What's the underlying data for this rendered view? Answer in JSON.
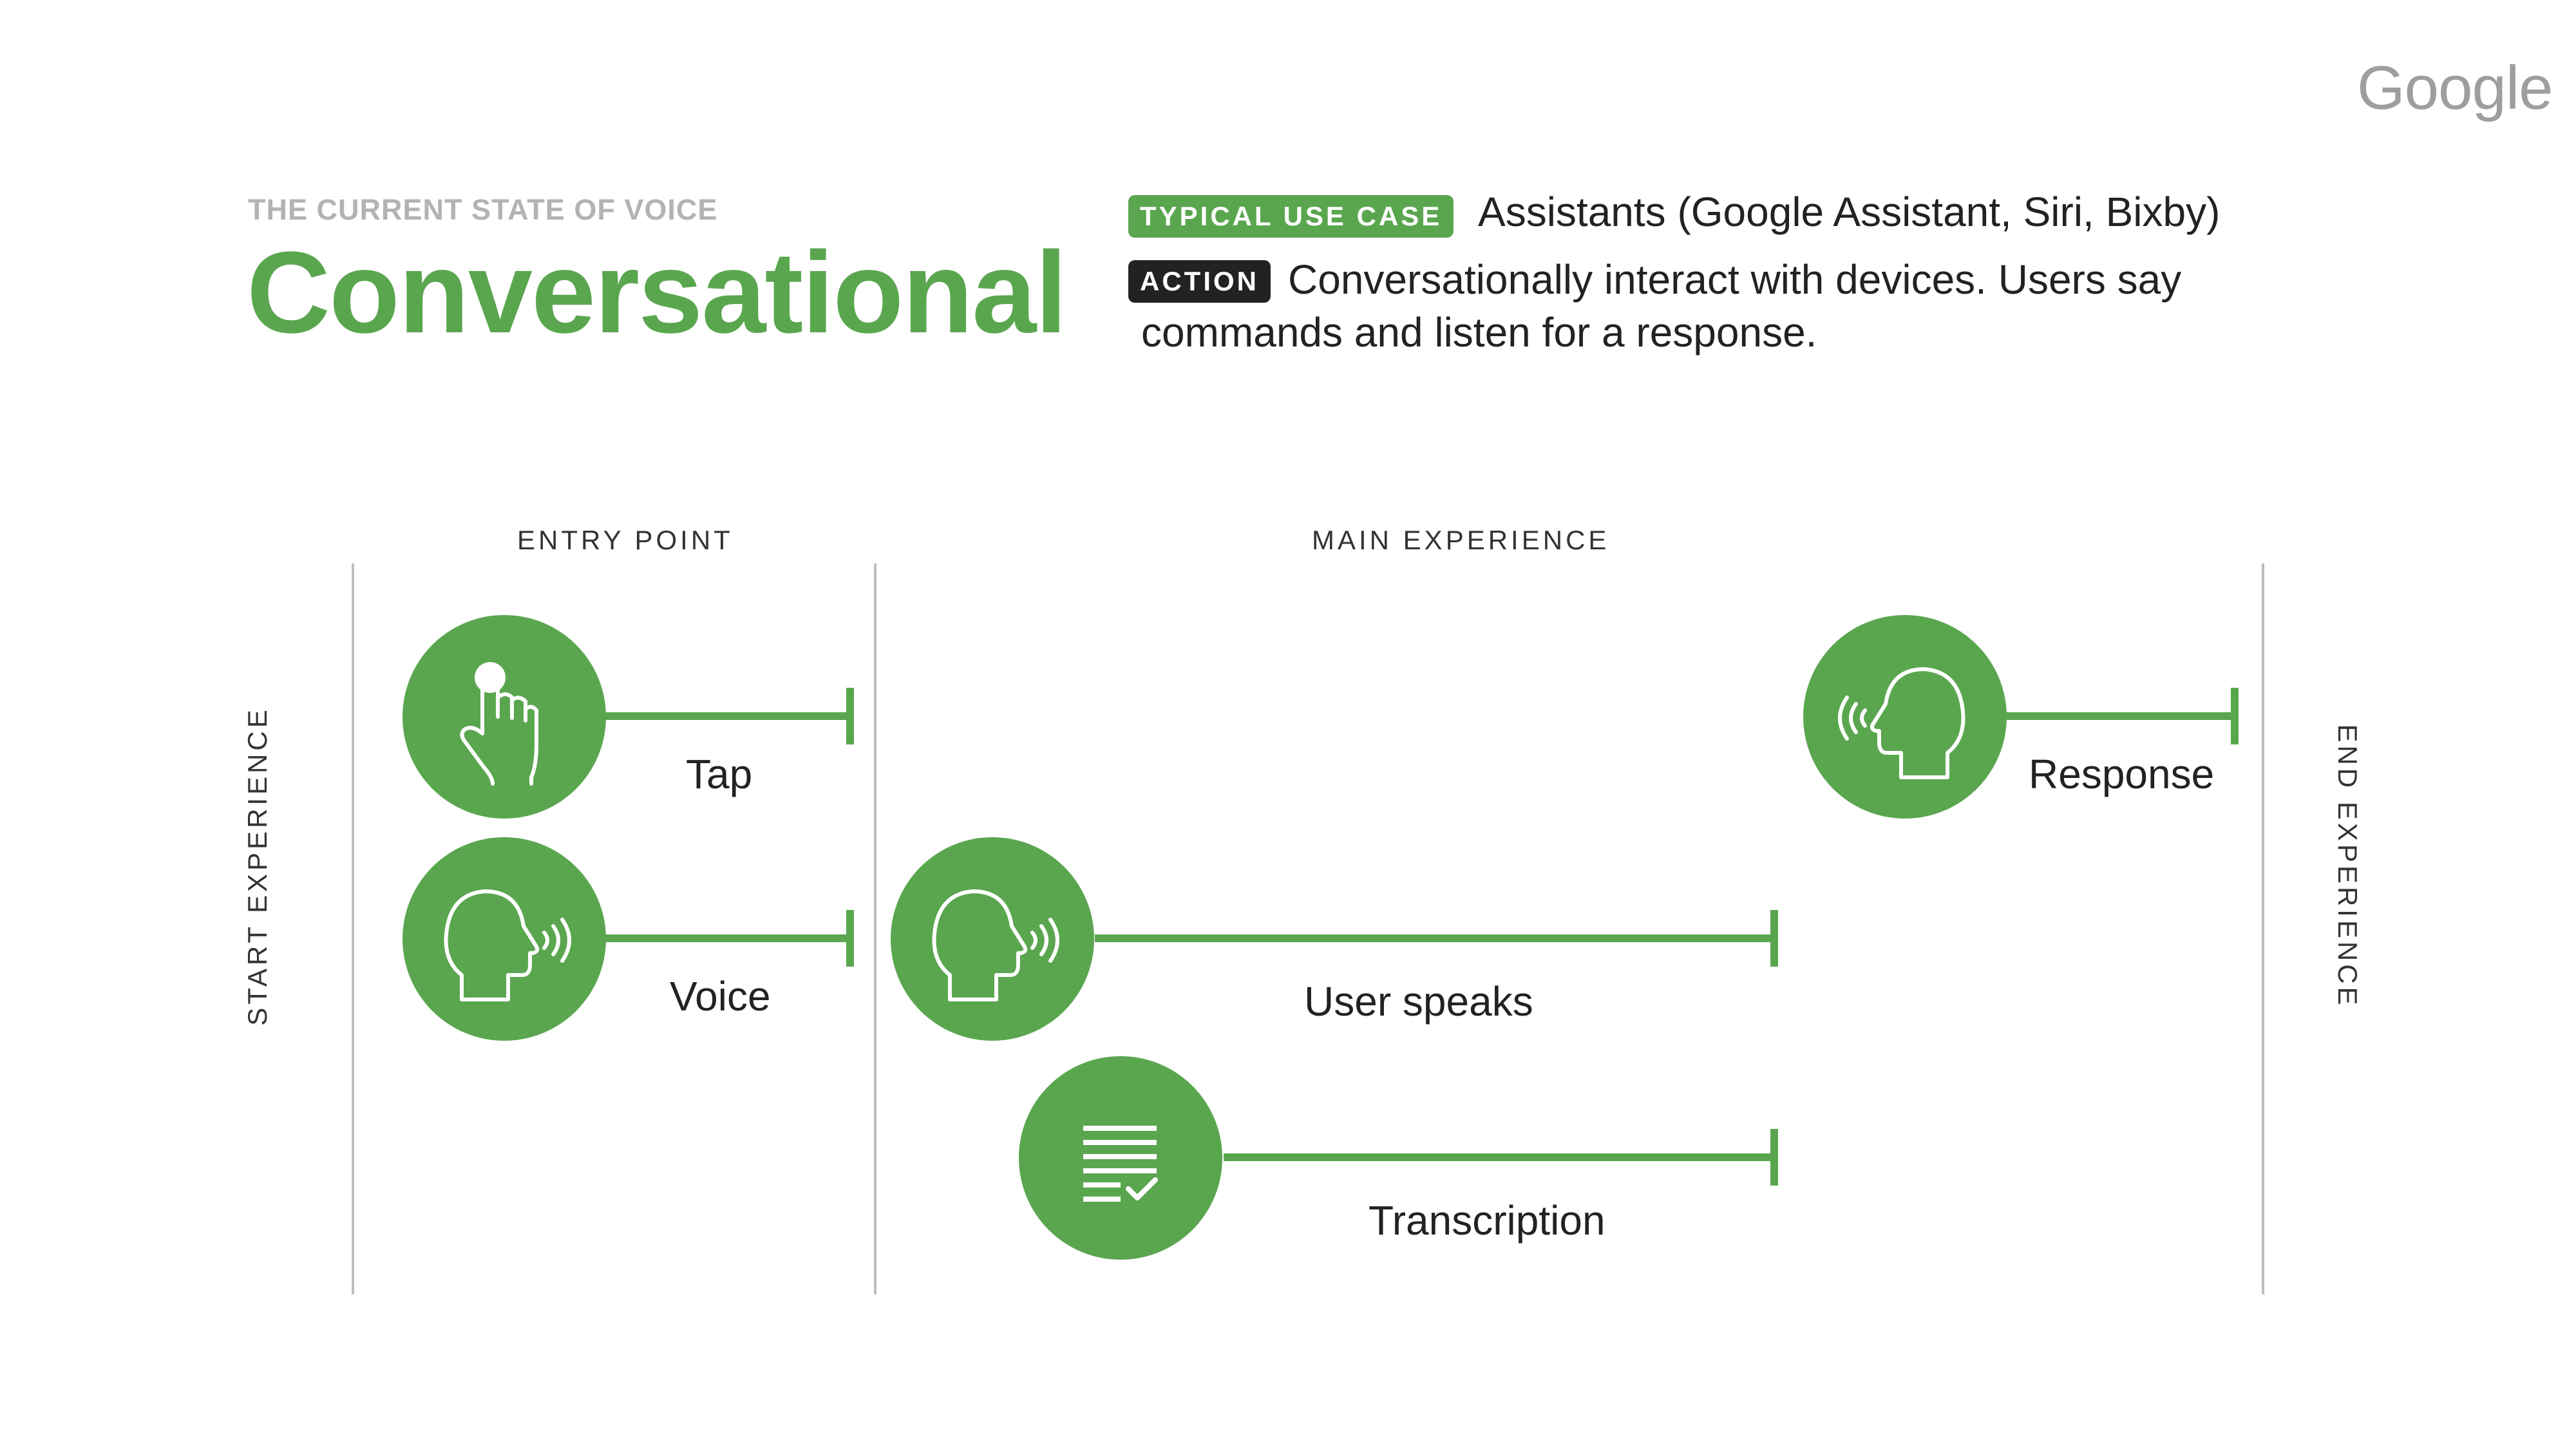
{
  "brand": {
    "logo": "Google"
  },
  "header": {
    "eyebrow": "THE CURRENT STATE OF VOICE",
    "title": "Conversational"
  },
  "info": {
    "use_case_badge": "TYPICAL USE CASE",
    "use_case_text": "Assistants (Google Assistant, Siri, Bixby)",
    "action_badge": "ACTION",
    "action_text": "Conversationally interact with devices. Users say commands and listen for a response."
  },
  "timeline": {
    "start_label": "START EXPERIENCE",
    "end_label": "END EXPERIENCE",
    "columns": [
      "ENTRY POINT",
      "MAIN EXPERIENCE"
    ],
    "steps": [
      {
        "label": "Tap",
        "icon": "tap-hand-icon"
      },
      {
        "label": "Voice",
        "icon": "speaking-head-icon"
      },
      {
        "label": "User speaks",
        "icon": "speaking-head-icon"
      },
      {
        "label": "Transcription",
        "icon": "transcript-check-icon"
      },
      {
        "label": "Response",
        "icon": "listening-head-icon"
      }
    ]
  },
  "colors": {
    "accent": "#5aa64f",
    "dark_badge": "#222222",
    "divider": "#bdbdbd",
    "muted_text": "#b3b3b3"
  }
}
